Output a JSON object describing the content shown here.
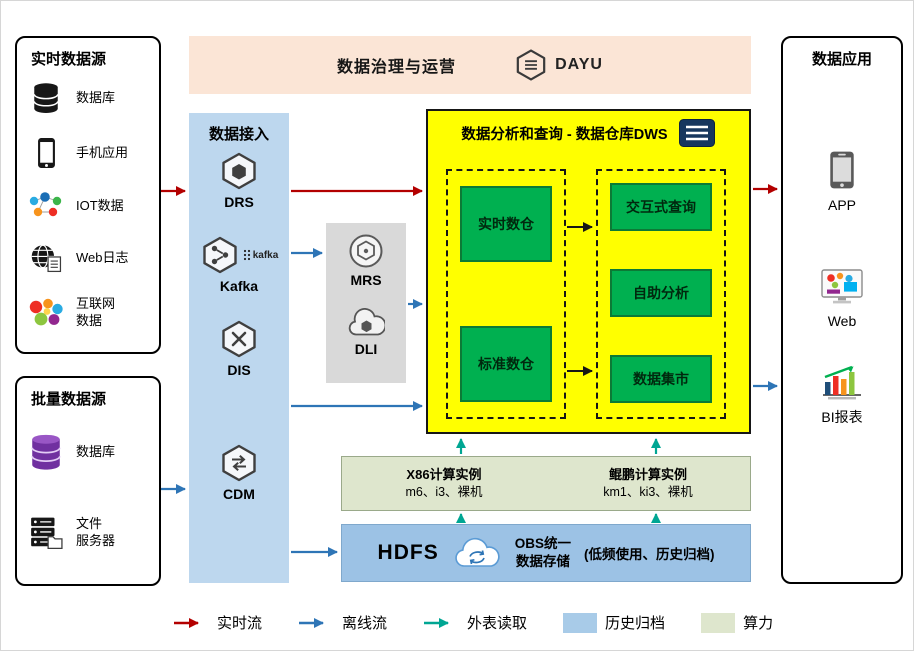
{
  "banner": {
    "title": "数据治理与运营",
    "brand": "DAYU"
  },
  "realtime_sources": {
    "title": "实时数据源",
    "items": [
      {
        "icon": "database-icon",
        "label": "数据库"
      },
      {
        "icon": "phone-icon",
        "label": "手机应用"
      },
      {
        "icon": "iot-icon",
        "label": "IOT数据"
      },
      {
        "icon": "web-log-icon",
        "label": "Web日志"
      },
      {
        "icon": "internet-data-icon",
        "label": "互联网\n数据"
      }
    ]
  },
  "batch_sources": {
    "title": "批量数据源",
    "items": [
      {
        "icon": "database-purple-icon",
        "label": "数据库"
      },
      {
        "icon": "file-server-icon",
        "label": "文件\n服务器"
      }
    ]
  },
  "ingestion": {
    "title": "数据接入",
    "items": [
      {
        "icon": "drs-icon",
        "label": "DRS"
      },
      {
        "icon": "kafka-icon",
        "label": "Kafka",
        "wordmark": "kafka"
      },
      {
        "icon": "dis-icon",
        "label": "DIS"
      },
      {
        "icon": "cdm-icon",
        "label": "CDM"
      }
    ]
  },
  "processing": {
    "items": [
      {
        "icon": "mrs-icon",
        "label": "MRS"
      },
      {
        "icon": "dli-icon",
        "label": "DLI"
      }
    ]
  },
  "dws": {
    "title": "数据分析和查询 - 数据仓库DWS",
    "warehouses": [
      {
        "label": "实时数仓"
      },
      {
        "label": "标准数仓"
      }
    ],
    "services": [
      {
        "label": "交互式查询"
      },
      {
        "label": "自助分析"
      },
      {
        "label": "数据集市"
      }
    ]
  },
  "compute": {
    "x86_title": "X86计算实例",
    "x86_models": "m6、i3、裸机",
    "kunpeng_title": "鲲鹏计算实例",
    "kunpeng_models": "km1、ki3、裸机"
  },
  "storage": {
    "hdfs": "HDFS",
    "obs": "OBS统一\n数据存储",
    "note": "(低频使用、历史归档)"
  },
  "applications": {
    "title": "数据应用",
    "items": [
      {
        "icon": "app-phone-icon",
        "label": "APP"
      },
      {
        "icon": "web-monitor-icon",
        "label": "Web"
      },
      {
        "icon": "bi-chart-icon",
        "label": "BI报表"
      }
    ]
  },
  "legend": {
    "realtime": "实时流",
    "offline": "离线流",
    "external": "外表读取",
    "archive": "历史归档",
    "compute": "算力"
  },
  "colors": {
    "realtime_flow": "#b30000",
    "offline_flow": "#2e75b6",
    "external_read": "#00a693",
    "archive_fill": "#9cc2e5",
    "compute_fill": "#dee6cd",
    "warehouse_green": "#00b050",
    "dws_yellow": "#ffff00",
    "ingestion_blue": "#bdd7ee",
    "banner_peach": "#fbe5d6",
    "middleware_gray": "#d9d9d9"
  }
}
